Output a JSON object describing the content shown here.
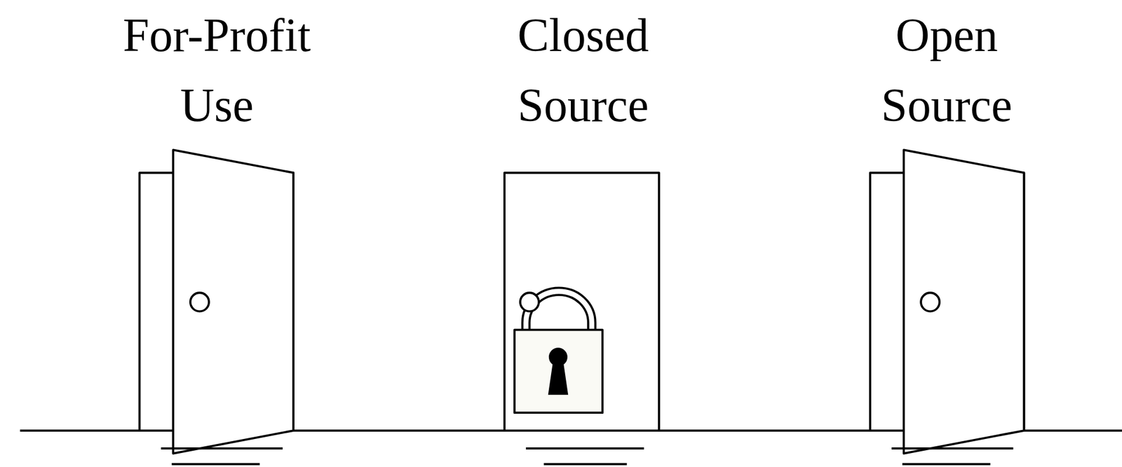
{
  "diagram": {
    "labels": [
      "For-Profit Use",
      "Closed Source",
      "Open Source"
    ]
  }
}
